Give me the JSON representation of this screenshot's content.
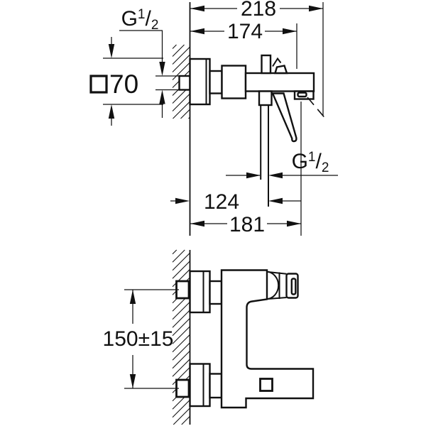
{
  "drawing": {
    "side_view": {
      "dim_overall_depth": "218",
      "dim_body_depth": "174",
      "dim_inlet_thread": {
        "g": "G",
        "sup": "1",
        "slash": "/",
        "sub": "2"
      },
      "dim_escutcheon_square": "70",
      "dim_outlet_thread": {
        "g": "G",
        "sup": "1",
        "slash": "/",
        "sub": "2"
      },
      "dim_outlet_offset": "124",
      "dim_lever_depth": "181"
    },
    "plan_view": {
      "dim_connection_distance": "150±15"
    },
    "colors": {
      "line": "#111111",
      "background": "#ffffff"
    }
  }
}
